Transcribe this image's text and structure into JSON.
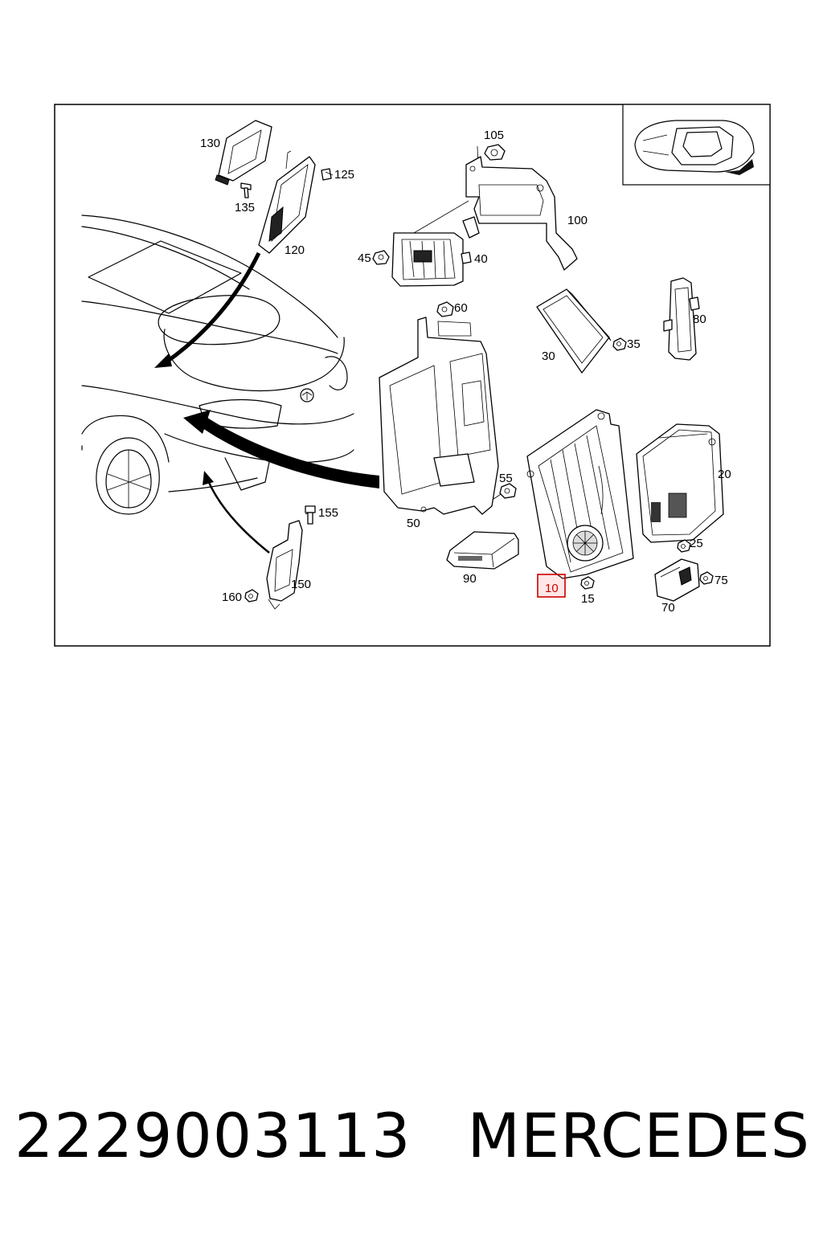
{
  "diagram": {
    "callouts": [
      {
        "id": "130",
        "label": "130"
      },
      {
        "id": "135",
        "label": "135"
      },
      {
        "id": "125",
        "label": "125"
      },
      {
        "id": "120",
        "label": "120"
      },
      {
        "id": "105",
        "label": "105"
      },
      {
        "id": "100",
        "label": "100"
      },
      {
        "id": "45",
        "label": "45"
      },
      {
        "id": "40",
        "label": "40"
      },
      {
        "id": "60",
        "label": "60"
      },
      {
        "id": "80",
        "label": "80"
      },
      {
        "id": "35",
        "label": "35"
      },
      {
        "id": "30",
        "label": "30"
      },
      {
        "id": "20",
        "label": "20"
      },
      {
        "id": "55",
        "label": "55"
      },
      {
        "id": "50",
        "label": "50"
      },
      {
        "id": "155",
        "label": "155"
      },
      {
        "id": "150",
        "label": "150"
      },
      {
        "id": "160",
        "label": "160"
      },
      {
        "id": "90",
        "label": "90"
      },
      {
        "id": "25",
        "label": "25"
      },
      {
        "id": "75",
        "label": "75"
      },
      {
        "id": "70",
        "label": "70"
      },
      {
        "id": "15",
        "label": "15"
      },
      {
        "id": "10",
        "label": "10",
        "highlighted": true
      }
    ],
    "highlight_color": "#cc0000"
  },
  "footer": {
    "part_number": "2229003113",
    "brand": "MERCEDES"
  }
}
